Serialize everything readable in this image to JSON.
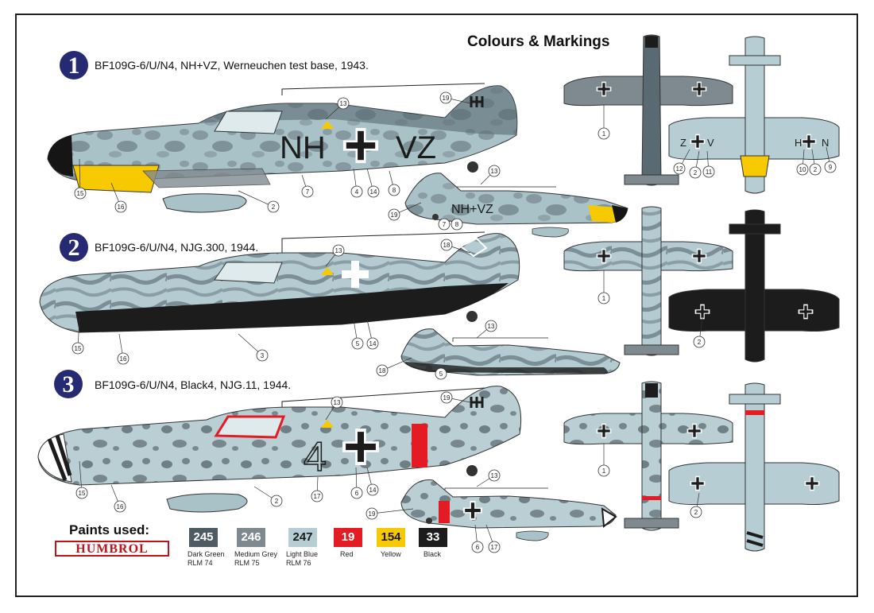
{
  "page_title": "Colours & Markings",
  "schemes": [
    {
      "number": "1",
      "caption": "BF109G-6/U/N4, NH+VZ, Werneuchen test base, 1943.",
      "code_left": "NH",
      "code_right": "VZ",
      "code_small": "NH+VZ"
    },
    {
      "number": "2",
      "caption": "BF109G-6/U/N4, NJG.300, 1944."
    },
    {
      "number": "3",
      "caption": "BF109G-6/U/N4, Black4, NJG.11, 1944.",
      "fuselage_number": "4"
    }
  ],
  "wing_codes": {
    "left": "Z",
    "left_b": "V",
    "right_a": "H",
    "right_b": "N"
  },
  "callouts": {
    "c1": "1",
    "c2": "2",
    "c3": "3",
    "c4": "4",
    "c5": "5",
    "c6": "6",
    "c7": "7",
    "c8": "8",
    "c9": "9",
    "c10": "10",
    "c11": "11",
    "c12": "12",
    "c13": "13",
    "c14": "14",
    "c15": "15",
    "c16": "16",
    "c17": "17",
    "c18": "18",
    "c19": "19"
  },
  "paints": {
    "title": "Paints used:",
    "brand": "HUMBROL",
    "items": [
      {
        "code": "245",
        "label1": "Dark Green",
        "label2": "RLM 74",
        "color": "#4e5b62",
        "text_color": "#ffffff"
      },
      {
        "code": "246",
        "label1": "Medium Grey",
        "label2": "RLM 75",
        "color": "#7f8a90",
        "text_color": "#ffffff"
      },
      {
        "code": "247",
        "label1": "Light Blue",
        "label2": "RLM 76",
        "color": "#b6ced3",
        "text_color": "#1a1a1a"
      },
      {
        "code": "19",
        "label1": "Red",
        "label2": "",
        "color": "#e41b23",
        "text_color": "#ffffff"
      },
      {
        "code": "154",
        "label1": "Yellow",
        "label2": "",
        "color": "#f7c900",
        "text_color": "#1a1a1a"
      },
      {
        "code": "33",
        "label1": "Black",
        "label2": "",
        "color": "#1c1c1c",
        "text_color": "#ffffff"
      }
    ]
  },
  "colors": {
    "rlm74": "#4e5b62",
    "rlm75": "#7f8a90",
    "rlm76": "#b6ced3",
    "red": "#e41b23",
    "yellow": "#f7c900",
    "black": "#1c1c1c",
    "badge": "#262a72"
  }
}
